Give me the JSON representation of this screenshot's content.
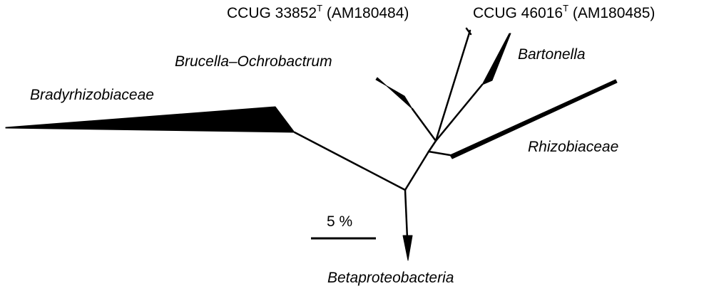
{
  "colors": {
    "line": "#000000",
    "background": "#ffffff"
  },
  "labels": {
    "strain1": {
      "name": "CCUG 33852",
      "superscript": "T",
      "accession": " (AM180484)"
    },
    "strain2": {
      "name": "CCUG 46016",
      "superscript": "T",
      "accession": " (AM180485)"
    },
    "brucella": "Brucella–Ochrobactrum",
    "bartonella": "Bartonella",
    "bradyrhizobiaceae": "Bradyrhizobiaceae",
    "rhizobiaceae": "Rhizobiaceae",
    "betaproteobacteria": "Betaproteobacteria",
    "scale": "5 %"
  }
}
